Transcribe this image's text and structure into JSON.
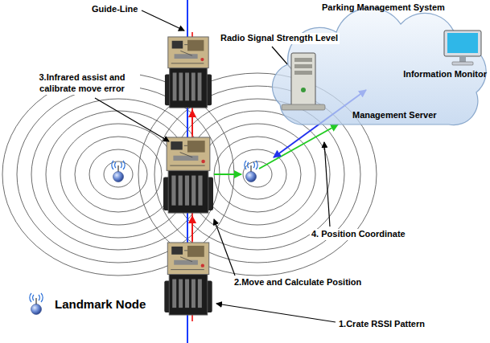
{
  "diagram": {
    "nodes": [
      {
        "text": [
          "Parking Management System"
        ]
      },
      {
        "text": [
          "Information Monitor"
        ],
        "in": 0
      },
      {
        "text": [
          "Management Server"
        ],
        "in": 0
      }
    ],
    "labels": [
      "Guide-Line",
      "3.Infrared assist and calibrate move error",
      "Radio Signal Strength Level",
      "4. Position Coordinate",
      "2.Move and Calculate Position",
      "1.Crate RSSI Pattern"
    ],
    "legend": [
      {
        "text": "Landmark Node"
      }
    ]
  }
}
